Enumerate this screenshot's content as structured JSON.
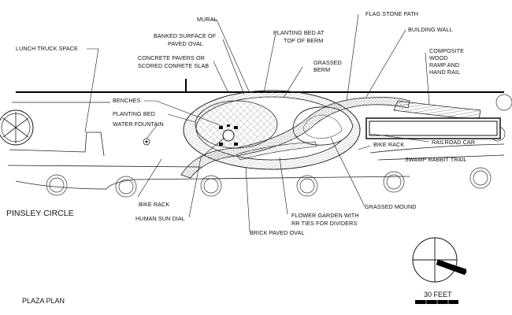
{
  "labels": {
    "lunch_truck_space": "LUNCH TRUCK SPACE",
    "mural": "MURAL",
    "banked_surface_1": "BANKED SURFACE OF",
    "banked_surface_2": "PAVED OVAL",
    "planting_bed_berm_1": "PLANTING BED AT",
    "planting_bed_berm_2": "TOP OF BERM",
    "flag_stone_path": "FLAG STONE PATH",
    "building_wall": "BUILDING WALL",
    "composite_1": "COMPOSITE",
    "composite_2": "WOOD",
    "composite_3": "RAMP AND",
    "composite_4": "HAND RAIL",
    "concrete_pavers_1": "CONCRETE PAVERS OR",
    "concrete_pavers_2": "SCORED CONRETE SLAB",
    "grassed_berm_1": "GRASSED",
    "grassed_berm_2": "BERM",
    "benches": "BENCHES",
    "planting_bed": "PLANTING BED",
    "water_fountain": "WATER FOUNTAIN",
    "railroad_car": "RAILROAD CAR",
    "bike_rack_right": "BIKE RACK",
    "swamp_rabbit_trail": "SWAMP RABBIT TRAIL",
    "pinsley_circle": "PINSLEY CIRCLE",
    "bike_rack_left": "BIKE RACK",
    "human_sun_dial": "HUMAN  SUN DIAL",
    "grassed_mound": "GRASSED MOUND",
    "flower_garden_1": "FLOWER GARDEN WITH",
    "flower_garden_2": "RR TIES FOR DIVIDERS",
    "brick_paved_oval": "BRICK PAVED OVAL",
    "plaza_plan": "PLAZA PLAN",
    "scale": "30 FEET"
  }
}
